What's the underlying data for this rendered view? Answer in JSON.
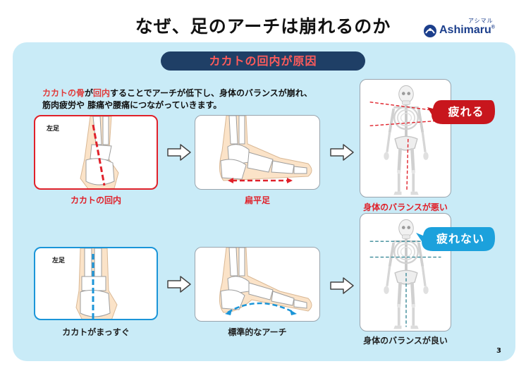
{
  "title": "なぜ、足のアーチは崩れるのか",
  "logo": {
    "brand": "Ashimaru",
    "reg": "®",
    "kana": "アシマル"
  },
  "section_title": "カカトの回内が原因",
  "description": {
    "line1_highlight1": "カカトの骨",
    "line1_mid": "が",
    "line1_highlight2": "回内",
    "line1_rest": "することでアーチが低下し、身体のバランスが崩れ、",
    "line2": "筋肉疲労や 膝痛や腰痛につながっていきます。"
  },
  "top_row": {
    "heel_side_label": "左足",
    "heel_caption": "カカトの回内",
    "foot_caption": "扁平足",
    "skeleton_caption": "身体のバランスが悪い",
    "bubble": "疲れる"
  },
  "bottom_row": {
    "heel_side_label": "左足",
    "heel_caption": "カカトがまっすぐ",
    "foot_caption": "標準的なアーチ",
    "skeleton_caption": "身体のバランスが良い",
    "bubble": "疲れない"
  },
  "page_number": "3",
  "colors": {
    "accent_red": "#e0212a",
    "accent_blue": "#1b95d8",
    "panel_bg": "#c9ebf7",
    "pill_bg": "#1f3f66",
    "brand_blue": "#1c3f8c"
  },
  "icons": [
    "logo-mark-icon",
    "right-arrow-icon",
    "heel-bone-illustration",
    "foot-bone-illustration",
    "skeleton-illustration"
  ]
}
